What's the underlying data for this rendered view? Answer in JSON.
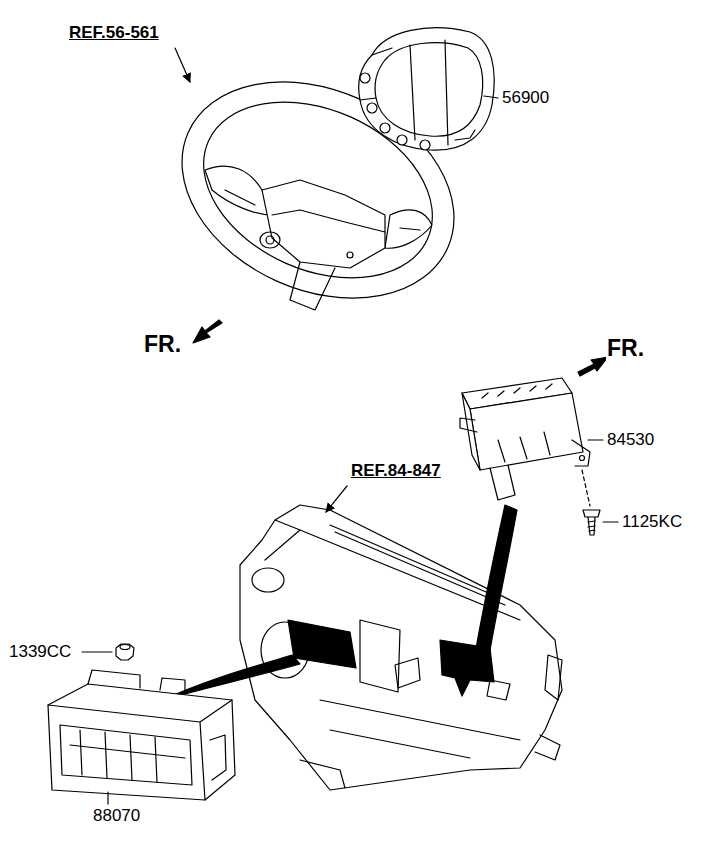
{
  "diagram": {
    "labels": [
      "REF.56-561",
      "56900",
      "FR.",
      "FR.",
      "84530",
      "REF.84-847",
      "1125KC",
      "1339CC",
      "88070"
    ]
  }
}
